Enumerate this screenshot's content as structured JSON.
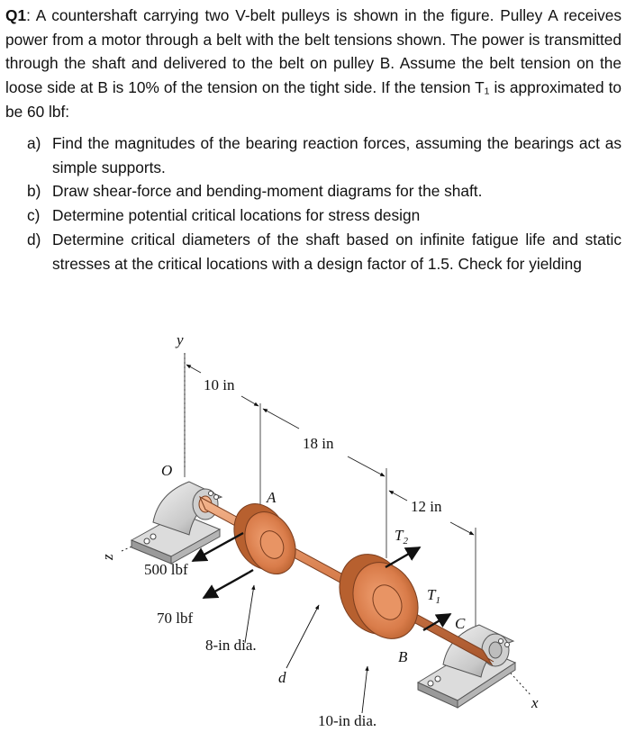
{
  "question": {
    "number": "Q1",
    "text": ": A countershaft carrying two V-belt pulleys is shown in the figure. Pulley A receives power from a motor through a belt with the belt tensions shown. The power is transmitted through the shaft and delivered to the belt on pulley B. Assume the belt tension on the loose side at B is 10% of the tension on the tight side. If the tension T₁ is approximated to be 60 lbf:"
  },
  "parts": [
    {
      "letter": "a)",
      "text": "Find the magnitudes of the bearing reaction forces, assuming the bearings act as simple supports."
    },
    {
      "letter": "b)",
      "text": "Draw shear-force and bending-moment diagrams for the shaft."
    },
    {
      "letter": "c)",
      "text": "Determine potential critical locations for stress design"
    },
    {
      "letter": "d)",
      "text": "Determine critical diameters of the shaft based on infinite fatigue life and static stresses at the critical locations with a design factor of 1.5. Check for yielding"
    }
  ],
  "figure": {
    "axis_y": "y",
    "axis_z": "z",
    "axis_x": "x",
    "origin": "O",
    "dim_10": "10 in",
    "dim_18": "18 in",
    "dim_12": "12 in",
    "point_a": "A",
    "point_b": "B",
    "point_c": "C",
    "force_500": "500 lbf",
    "force_70": "70 lbf",
    "t2_main": "T",
    "t2_sub": "2",
    "t1_main": "T",
    "t1_sub": "1",
    "dia_8": "8-in dia.",
    "dia_10": "10-in dia.",
    "label_d": "d"
  }
}
